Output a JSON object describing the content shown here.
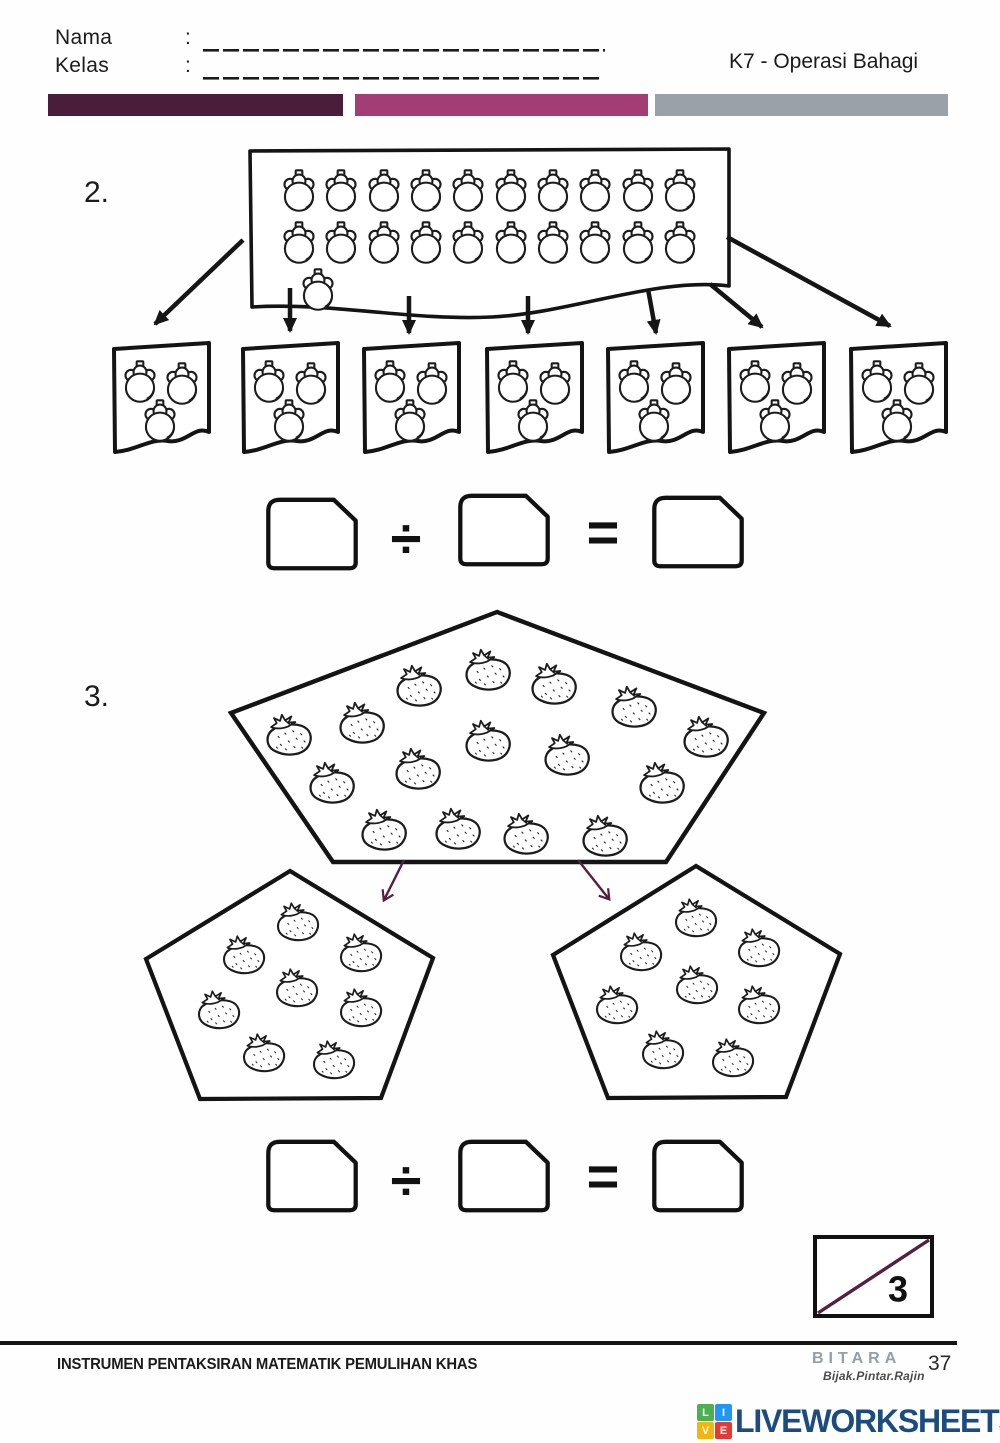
{
  "header": {
    "name_label": "Nama",
    "class_label": "Kelas",
    "colon": ":",
    "name_value": "",
    "class_value": "",
    "title": "K7 - Operasi Bahagi",
    "bar_colors": [
      "#4a1d3a",
      "#a23d76",
      "#9aa1a9"
    ]
  },
  "q2": {
    "number": "2.",
    "fruit": "mangosteen",
    "total_fruits": 21,
    "box_rows": [
      10,
      10,
      1
    ],
    "group_count": 7,
    "fruits_per_group": 3,
    "equation": {
      "dividend_box": "",
      "divide_sign": "÷",
      "divisor_box": "",
      "equals_sign": "=",
      "quotient_box": ""
    }
  },
  "q3": {
    "number": "3.",
    "fruit": "strawberry",
    "total_fruits": 16,
    "group_count": 2,
    "fruits_per_group": 8,
    "equation": {
      "dividend_box": "",
      "divide_sign": "÷",
      "divisor_box": "",
      "equals_sign": "=",
      "quotient_box": ""
    }
  },
  "score_box": {
    "marks": "3"
  },
  "footer": {
    "left_text": "INSTRUMEN PENTAKSIRAN MATEMATIK PEMULIHAN KHAS",
    "brand": "BITARA",
    "brand_tagline": "Bijak.Pintar.Rajin",
    "page_number": "37"
  },
  "logo": {
    "text": "LIVEWORKSHEETS",
    "text_color": "#1c4b7f",
    "squares": [
      {
        "letter": "L",
        "color": "#4caf50"
      },
      {
        "letter": "I",
        "color": "#2196f3"
      },
      {
        "letter": "V",
        "color": "#f6b40e"
      },
      {
        "letter": "E",
        "color": "#e53935"
      }
    ]
  },
  "colors": {
    "accent_maroon": "#53203f",
    "ink": "#151515"
  }
}
